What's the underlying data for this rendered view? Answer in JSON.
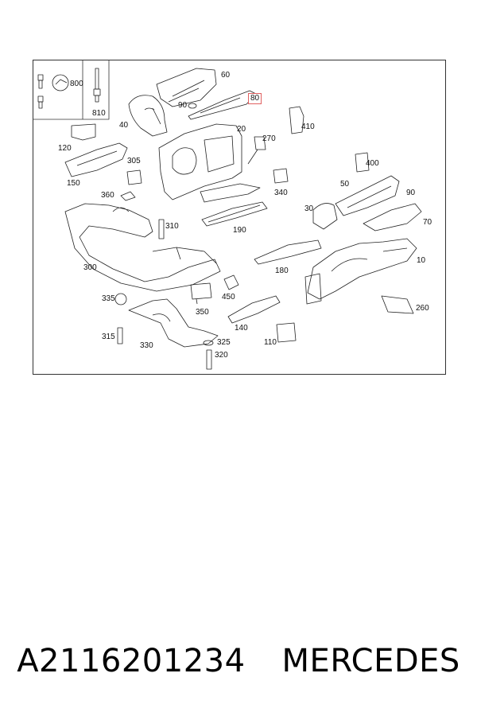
{
  "diagram": {
    "callouts": [
      "800",
      "810",
      "60",
      "80",
      "90",
      "40",
      "20",
      "270",
      "410",
      "120",
      "305",
      "150",
      "360",
      "400",
      "340",
      "50",
      "90",
      "30",
      "70",
      "310",
      "190",
      "300",
      "10",
      "180",
      "335",
      "450",
      "350",
      "260",
      "140",
      "315",
      "330",
      "325",
      "110",
      "320"
    ],
    "highlighted_callout": "80"
  },
  "caption": {
    "part_number": "A2116201234",
    "brand": "MERCEDES"
  }
}
